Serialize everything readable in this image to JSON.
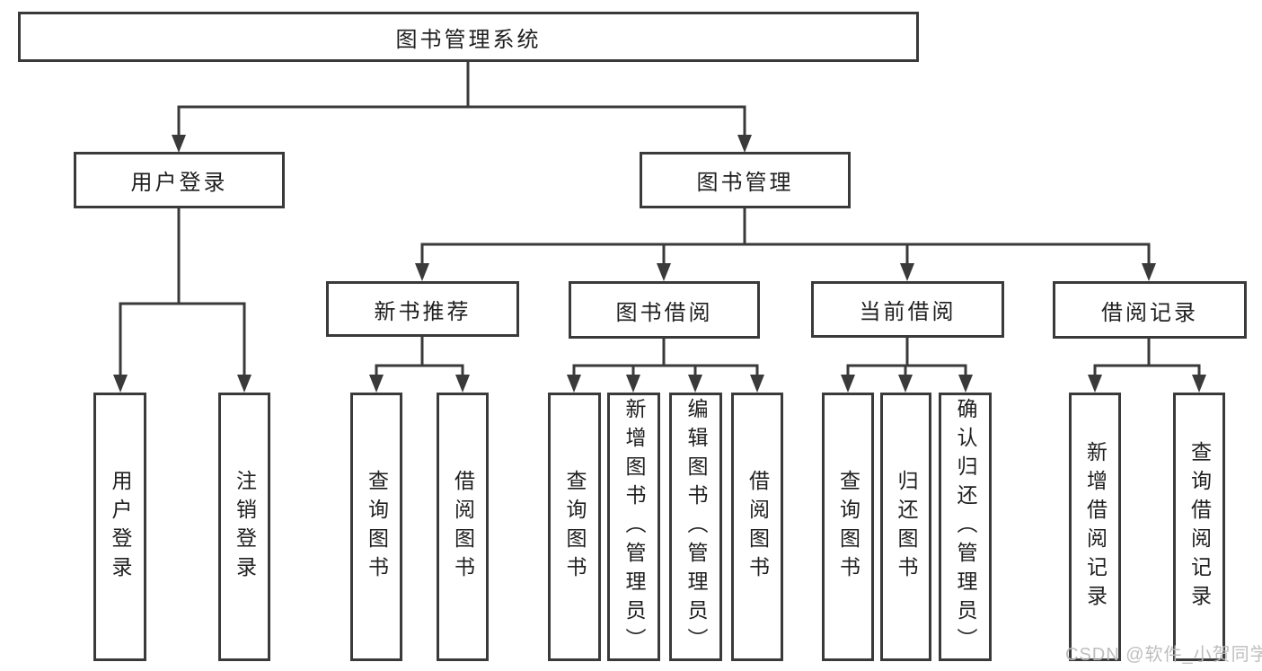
{
  "tree": {
    "root": {
      "label": "图书管理系统"
    },
    "branches": [
      {
        "label": "用户登录",
        "children": [
          {
            "label": "用户登录"
          },
          {
            "label": "注销登录"
          }
        ]
      },
      {
        "label": "图书管理",
        "children": [
          {
            "label": "新书推荐",
            "children": [
              {
                "label": "查询图书"
              },
              {
                "label": "借阅图书"
              }
            ]
          },
          {
            "label": "图书借阅",
            "children": [
              {
                "label": "查询图书"
              },
              {
                "label": "新增图书（管理员）"
              },
              {
                "label": "编辑图书（管理员）"
              },
              {
                "label": "借阅图书"
              }
            ]
          },
          {
            "label": "当前借阅",
            "children": [
              {
                "label": "查询图书"
              },
              {
                "label": "归还图书"
              },
              {
                "label": "确认归还（管理员）"
              }
            ]
          },
          {
            "label": "借阅记录",
            "children": [
              {
                "label": "新增借阅记录"
              },
              {
                "label": "查询借阅记录"
              }
            ]
          }
        ]
      }
    ]
  },
  "watermark": {
    "text": "CSDN @软件_小贺同学"
  },
  "colors": {
    "line": "#3a3a3a",
    "text": "#1f1f1f",
    "box_fill": "#ffffff",
    "background": "#ffffff",
    "watermark": "#bababa"
  }
}
